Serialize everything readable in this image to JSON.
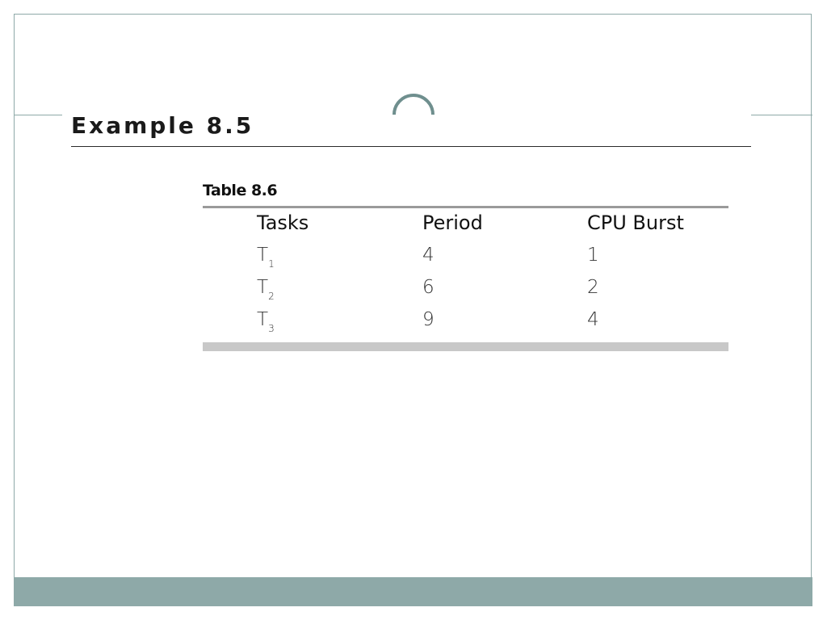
{
  "slide": {
    "title": "Example 8.5"
  },
  "table": {
    "caption": "Table 8.6",
    "headers": [
      "Tasks",
      "Period",
      "CPU Burst"
    ],
    "rows": [
      {
        "task": "T",
        "task_sub": "1",
        "period": "4",
        "burst": "1"
      },
      {
        "task": "T",
        "task_sub": "2",
        "period": "6",
        "burst": "2"
      },
      {
        "task": "T",
        "task_sub": "3",
        "period": "9",
        "burst": "4"
      }
    ]
  },
  "theme": {
    "accent": "#8ea9a8",
    "arc_color": "#6f8f8e"
  }
}
